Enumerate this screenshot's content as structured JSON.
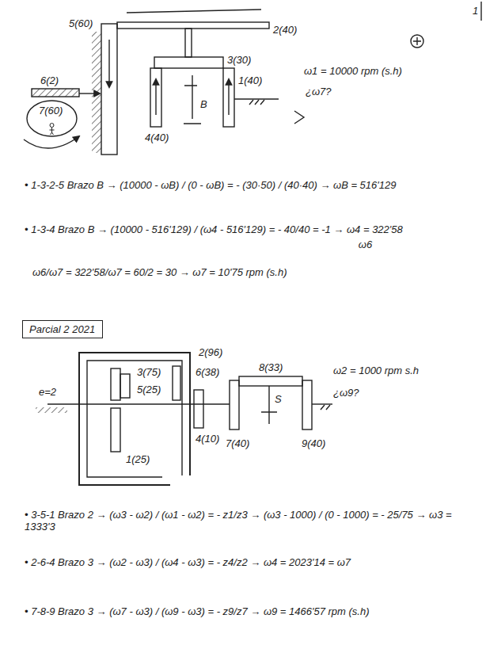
{
  "diagram": {
    "nodes": [
      {
        "text": [
          "7(60)"
        ]
      },
      {
        "text": [
          "Parcial 2 2021"
        ]
      }
    ],
    "labels": [
      "1",
      "5(60)",
      "2(40)",
      "3(30)",
      "ω1 = 10000 rpm (s.h)",
      "1(40)",
      "6(2)",
      "¿ω7?",
      "B",
      "4(40)",
      "• 1-3-2-5 Brazo B → (10000 - ωB) / (0 - ωB) = - (30·50) / (40·40) → ωB = 516'129",
      "• 1-3-4 Brazo B → (10000 - 516'129) / (ω4 - 516'129) = - 40/40 = -1 → ω4 = 322'58",
      "ω6",
      "ω6/ω7 = 322'58/ω7 = 60/2 = 30 → ω7 = 10'75 rpm (s.h)",
      "2(96)",
      "8(33)",
      "ω2 = 1000 rpm s.h",
      "3(75)",
      "6(38)",
      "5(25)",
      "e=2",
      "¿ω9?",
      "S",
      "4(10)",
      "7(40)",
      "9(40)",
      "1(25)",
      "• 3-5-1 Brazo 2 → (ω3 - ω2) / (ω1 - ω2) = - z1/z3 → (ω3 - 1000) / (0 - 1000) = - 25/75 → ω3 = 1333'3",
      "• 2-6-4 Brazo 3 → (ω2 - ω3) / (ω4 - ω3) = - z4/z2 → ω4 = 2023'14 = ω7",
      "• 7-8-9 Brazo 3 → (ω7 - ω3) / (ω9 - ω3) = - z9/z7 → ω9 = 1466'57 rpm (s.h)"
    ]
  }
}
